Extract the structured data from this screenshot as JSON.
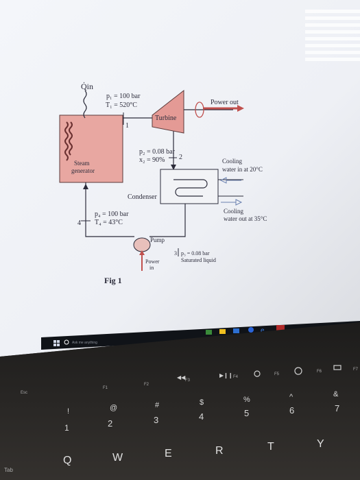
{
  "diagram": {
    "q_in": "Q̇in",
    "state1": {
      "p": "p₁ = 100 bar",
      "T": "T₁ = 520°C",
      "num": "1"
    },
    "state2": {
      "p": "p₂ = 0.08 bar",
      "x": "x₂ = 90%",
      "num": "2"
    },
    "state3": {
      "num": "3",
      "p": "p₃ = 0.08 bar",
      "desc": "Saturated liquid"
    },
    "state4": {
      "num": "4",
      "p": "p₄ = 100 bar",
      "T": "T₄ = 43°C"
    },
    "turbine": "Turbine",
    "power_out": "Power out",
    "steam_gen_1": "Steam",
    "steam_gen_2": "generator",
    "condenser": "Condenser",
    "cooling_in_1": "Cooling",
    "cooling_in_2": "water in at 20°C",
    "cooling_out_1": "Cooling",
    "cooling_out_2": "water out at 35°C",
    "pump": "Pump",
    "power_in_1": "Power",
    "power_in_2": "in",
    "fig": "Fig 1"
  },
  "taskbar": {
    "search_placeholder": "Ask me anything"
  },
  "keyboard": {
    "fkeys": [
      "Esc",
      "F1",
      "F2",
      "F3",
      "F4",
      "F5",
      "F6",
      "F7"
    ],
    "num_row": [
      {
        "top": "!",
        "bot": "1"
      },
      {
        "top": "@",
        "bot": "2"
      },
      {
        "top": "#",
        "bot": "3"
      },
      {
        "top": "$",
        "bot": "4"
      },
      {
        "top": "%",
        "bot": "5"
      },
      {
        "top": "^",
        "bot": "6"
      },
      {
        "top": "&",
        "bot": "7"
      }
    ],
    "letters": [
      "Tab",
      "Q",
      "W",
      "E",
      "R",
      "T",
      "Y"
    ]
  }
}
